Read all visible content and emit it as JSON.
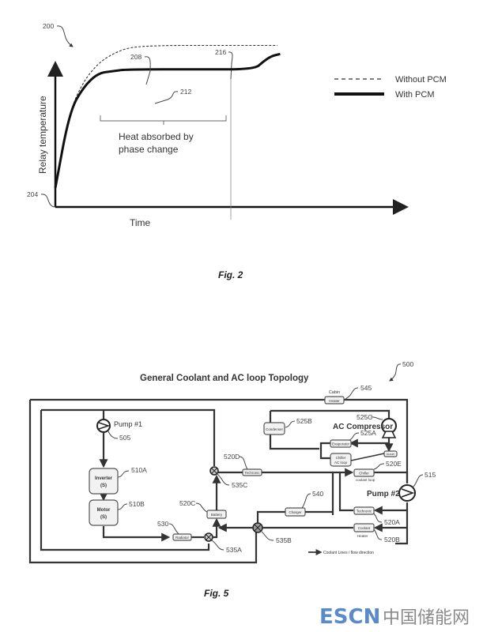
{
  "figure2": {
    "ref_main": "200",
    "ref_without_curve": "208",
    "ref_with_curve": "212",
    "ref_origin": "204",
    "ref_transition": "216",
    "ylabel": "Relay temperature",
    "xlabel": "Time",
    "annotation": [
      "Heat absorbed by",
      "phase change"
    ],
    "legend": [
      {
        "label": "Without PCM",
        "style": "dashed"
      },
      {
        "label": "With PCM",
        "style": "solid-thick"
      }
    ],
    "caption": "Fig. 2"
  },
  "chart_data": {
    "type": "line",
    "title": "",
    "xlabel": "Time",
    "ylabel": "Relay temperature",
    "xlim": [
      0,
      1
    ],
    "ylim": [
      0,
      1
    ],
    "grid": false,
    "legend_position": "top-right",
    "series": [
      {
        "name": "Without PCM",
        "style": "dashed",
        "x": [
          0,
          0.05,
          0.1,
          0.15,
          0.2,
          0.25,
          0.3,
          0.4,
          0.5,
          0.6,
          0.7,
          0.78
        ],
        "y": [
          0.1,
          0.5,
          0.66,
          0.75,
          0.8,
          0.83,
          0.84,
          0.845,
          0.845,
          0.845,
          0.845,
          0.845
        ]
      },
      {
        "name": "With PCM",
        "style": "solid",
        "x": [
          0,
          0.05,
          0.1,
          0.15,
          0.2,
          0.25,
          0.5,
          0.7,
          0.73,
          0.76,
          0.79
        ],
        "y": [
          0.1,
          0.5,
          0.63,
          0.7,
          0.71,
          0.72,
          0.72,
          0.72,
          0.76,
          0.79,
          0.8
        ]
      }
    ],
    "annotations": [
      {
        "text": "Heat absorbed by phase change",
        "x_range": [
          0.2,
          0.7
        ]
      },
      {
        "text": "216",
        "x": 0.7,
        "type": "vertical-marker"
      }
    ]
  },
  "figure5": {
    "title": "General Coolant and AC loop Topology",
    "ref_main": "500",
    "components": {
      "pump1": {
        "label": "Pump #1",
        "ref": "505"
      },
      "pump2": {
        "label": "Pump #2",
        "ref": "515"
      },
      "inverter": {
        "label": "Inverter",
        "sub": "(S)",
        "ref": "510A"
      },
      "motor": {
        "label": "Motor",
        "sub": "(S)",
        "ref": "510B"
      },
      "radiator": {
        "label": "Radiator",
        "ref": "530"
      },
      "battery": {
        "label": "Battery",
        "ref": "520C"
      },
      "techronic_top": {
        "label": "Techronic",
        "ref": "520D"
      },
      "charger": {
        "label": "Charger",
        "ref": "540"
      },
      "cabin_heater": {
        "label": "Cabin Heater",
        "line1": "Cabin",
        "line2": "Heater",
        "ref": "545"
      },
      "condenser": {
        "label": "Condenser",
        "ref": "525B"
      },
      "evaporator": {
        "label": "Evaporator",
        "ref": "525A"
      },
      "ac_compressor": {
        "label": "AC Compressor",
        "ref": "525C"
      },
      "accum": {
        "label": "Accum"
      },
      "chiller_ac": {
        "line1": "Chiller",
        "line2": "AC loop"
      },
      "chiller_coolant": {
        "label": "Chiller",
        "sub": "coolant loop",
        "ref": "520E"
      },
      "techronic_right": {
        "label": "Techronic",
        "ref": "520A"
      },
      "coolant_heater": {
        "label": "Coolant",
        "sub": "Heater",
        "ref": "520B"
      },
      "valve_a": {
        "ref": "535A"
      },
      "valve_b": {
        "ref": "535B"
      },
      "valve_c": {
        "ref": "535C"
      }
    },
    "legend": "Coolant Lines / flow direction",
    "caption": "Fig. 5"
  },
  "watermark": {
    "en": "ESCN",
    "cn": "中国储能网",
    "colors": {
      "en": "#5b8bc6",
      "cn": "#8a8a8a"
    }
  }
}
